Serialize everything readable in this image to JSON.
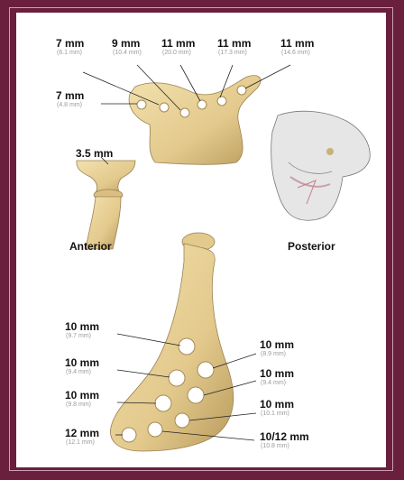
{
  "labels": [
    {
      "main": "7 mm",
      "sub": "(6.1 mm)"
    },
    {
      "main": "9 mm",
      "sub": "(10.4 mm)"
    },
    {
      "main": "11 mm",
      "sub": "(20.0 mm)"
    },
    {
      "main": "11 mm",
      "sub": "(17.3 mm)"
    },
    {
      "main": "11 mm",
      "sub": "(14.6 mm)"
    },
    {
      "main": "7 mm",
      "sub": "(4.8 mm)"
    },
    {
      "main": "3.5 mm",
      "sub": ""
    },
    {
      "main": "10 mm",
      "sub": "(9.7 mm)"
    },
    {
      "main": "10 mm",
      "sub": "(9.4 mm)"
    },
    {
      "main": "10 mm",
      "sub": "(9.8 mm)"
    },
    {
      "main": "12 mm",
      "sub": "(12.1 mm)"
    },
    {
      "main": "10 mm",
      "sub": "(8.9 mm)"
    },
    {
      "main": "10 mm",
      "sub": "(9.4 mm)"
    },
    {
      "main": "10 mm",
      "sub": "(10.1 mm)"
    },
    {
      "main": "10/12 mm",
      "sub": "(10.8 mm)"
    }
  ],
  "orientation": {
    "anterior": "Anterior",
    "posterior": "Posterior"
  },
  "colors": {
    "frame": "#6a1f3c",
    "bone": "#e8d29a",
    "bone_shade": "#bfa466",
    "hole": "#ffffff"
  }
}
